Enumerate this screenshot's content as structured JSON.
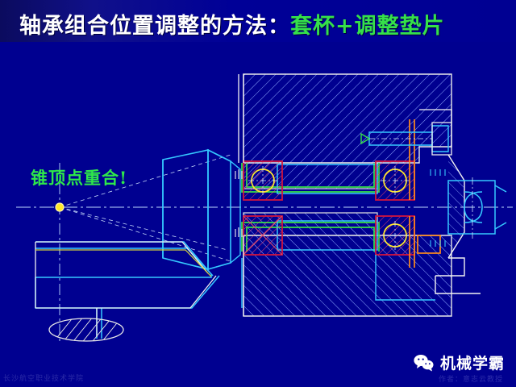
{
  "slide": {
    "background_color": "#000090",
    "title": {
      "white_part": "轴承组合位置调整的方法：",
      "green_part": "套杯+调整垫片",
      "white_color": "#ffffff",
      "green_color": "#35e04a",
      "bar_color": "#0b0b5e"
    },
    "annotation": {
      "text": "锥顶点重合!",
      "color": "#2ee84a",
      "marker_color": "#ffe92b",
      "marker_label": "cone-apex-point"
    },
    "footer": {
      "brand_name": "机械学霸",
      "brand_icon": "wechat-icon",
      "brand_sub": "作者：意志云教授",
      "watermark": "长沙航空职业技术学院"
    }
  },
  "diagram": {
    "type": "engineering-cross-section",
    "subject": "bevel-pinion bearing assembly with sleeve cup and adjusting shims",
    "palette": {
      "shaft_outline": "#35c8ff",
      "housing_hatch": "#8ea8ff",
      "housing_outline": "#ffffff",
      "cup_outline": "#35e04a",
      "bearing_race": "#d0153f",
      "roller_circle": "#ffe92b",
      "centerline": "#bcd8ff",
      "shim_outline": "#ff8a1a",
      "projection_line": "#cfe3ff"
    },
    "labels": {
      "cone": "bevel-pinion-cone",
      "upper_bearing": "upper-tapered-bearing",
      "lower_bearing": "lower-tapered-bearing",
      "sleeve_cup": "sleeve-cup",
      "shim_pack": "adjusting-shim-pack",
      "bolt": "flange-bolt",
      "shaft_end": "output-shaft-end",
      "section_ellipse": "section-indicator-ellipse"
    }
  }
}
